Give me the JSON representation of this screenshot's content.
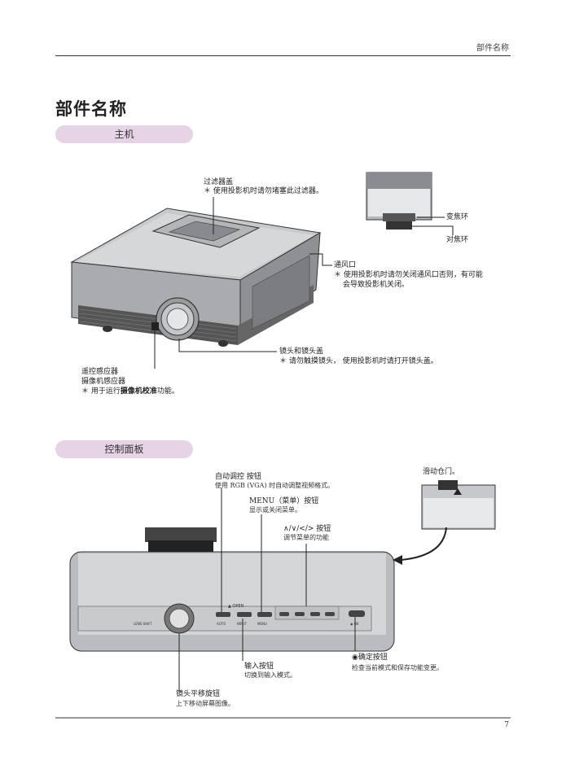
{
  "header": {
    "section_name": "部件名称"
  },
  "page_title": "部件名称",
  "page_number": "7",
  "main_unit": {
    "heading": "主机",
    "filter_cover": {
      "name": "过滤器盖",
      "note": "＊ 使用投影机时请勿堵塞此过滤器。"
    },
    "zoom_ring": "变焦环",
    "focus_ring": "对焦环",
    "vent": {
      "name": "通风口",
      "note_line1": "＊ 使用投影机时请勿关闭通风口否则，有可能",
      "note_line2": "会导致投影机关闭。"
    },
    "lens": {
      "name": "镜头和镜头盖",
      "note": "＊ 请勿触摸镜头，  使用投影机时请打开镜头盖。"
    },
    "sensor": {
      "line1": "遥控感应器",
      "line2": "摄像机感应器",
      "note_prefix": "＊ 用于运行",
      "note_bold": "摄像机校准",
      "note_suffix": "功能。"
    }
  },
  "control_panel": {
    "heading": "控制面板",
    "slide_door": "滑动仓门。",
    "auto": {
      "name": "自动调控  按钮",
      "desc": "使用 RGB (VGA) 时自动调整视频格式。"
    },
    "menu": {
      "name": "MENU（菜单）按钮",
      "desc": "显示或关闭菜单。"
    },
    "arrows": {
      "name": "∧/∨/</> 按钮",
      "desc": "调节菜单的功能"
    },
    "input": {
      "name": "输入按钮",
      "desc": "切换到输入模式。"
    },
    "ok": {
      "name": "◉确定按钮",
      "desc": "检查当前模式和保存功能变更。"
    },
    "lens_shift": {
      "name": "镜头平移旋钮",
      "desc": "上下移动屏幕图像。"
    },
    "panel_labels": {
      "open": "▲ OPEN",
      "auto": "AUTO",
      "input": "INPUT",
      "menu": "MENU",
      "lens_shift": "LENS SHIFT",
      "ok": "◉ OK"
    }
  }
}
